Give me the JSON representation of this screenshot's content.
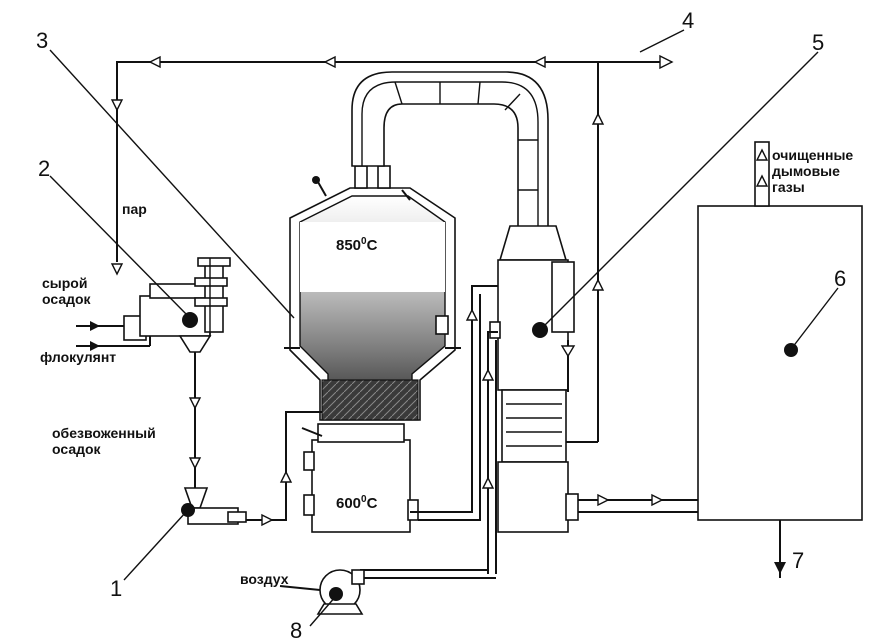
{
  "labels": {
    "steam": "пар",
    "raw_sludge_1": "сырой",
    "raw_sludge_2": "осадок",
    "flocculant": "флокулянт",
    "dewatered_1": "обезвоженный",
    "dewatered_2": "осадок",
    "air": "воздух",
    "clean_gas_1": "очищенные",
    "clean_gas_2": "дымовые",
    "clean_gas_3": "газы"
  },
  "temperatures": {
    "upper_value": "850",
    "upper_unit": "C",
    "lower_value": "600",
    "lower_unit": "C",
    "degree_mark": "0"
  },
  "callouts": [
    "1",
    "2",
    "3",
    "4",
    "5",
    "6",
    "7",
    "8"
  ]
}
